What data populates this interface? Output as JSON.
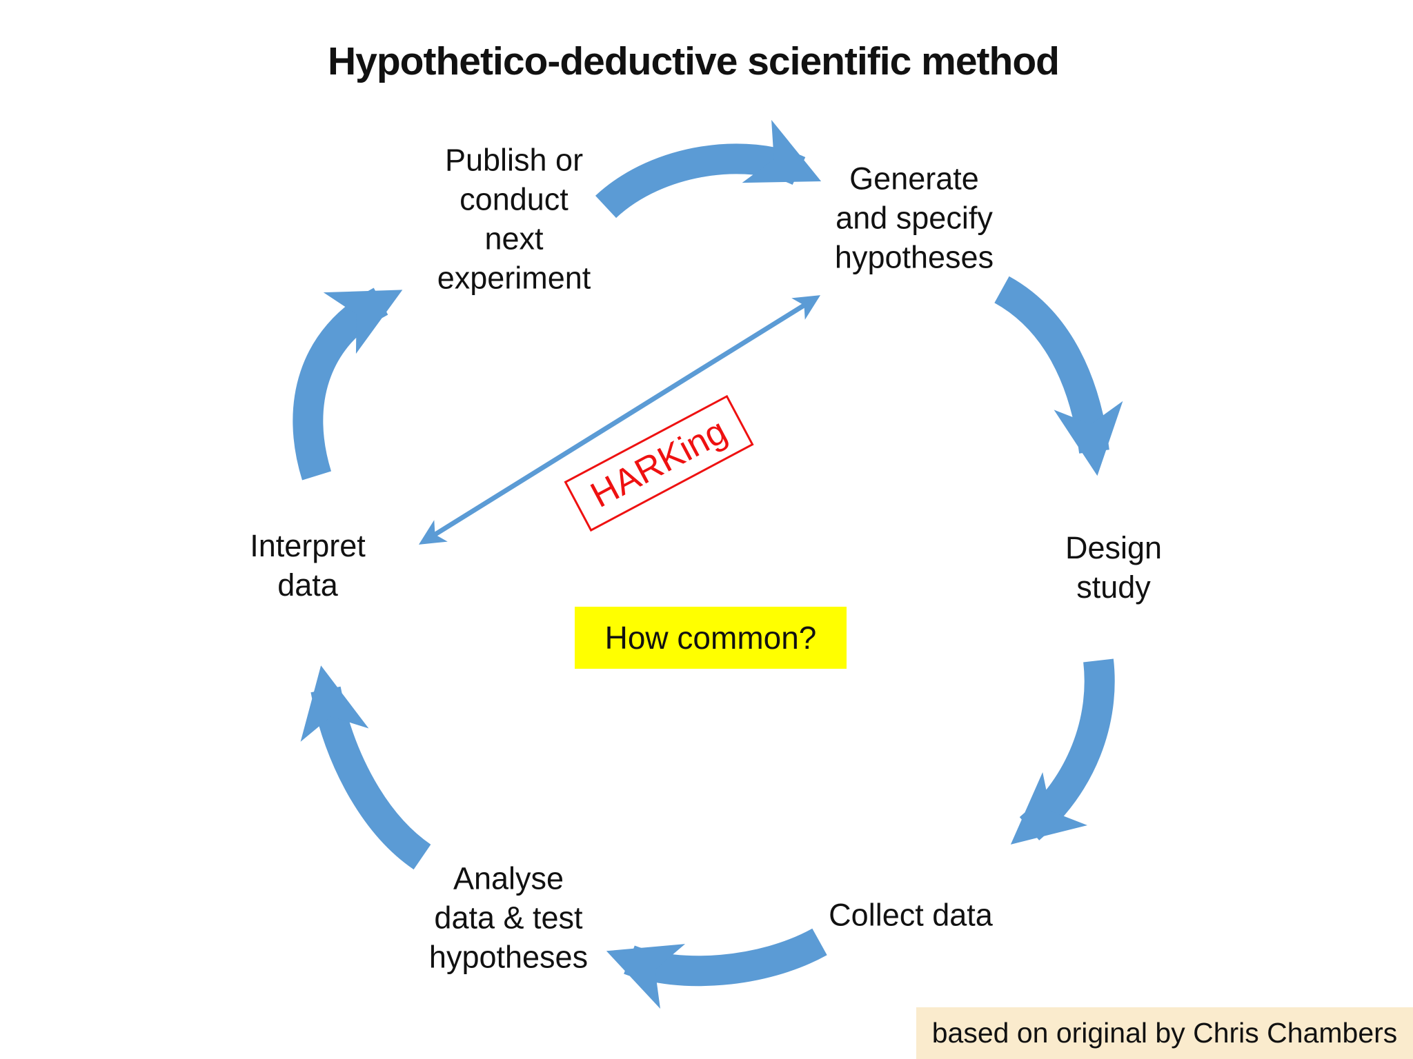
{
  "title": "Hypothetico-deductive scientific method",
  "nodes": {
    "publish": "Publish or\nconduct\nnext\nexperiment",
    "generate": "Generate\nand specify\nhypotheses",
    "design": "Design\nstudy",
    "collect": "Collect data",
    "analyse": "Analyse\ndata & test\nhypotheses",
    "interpret": "Interpret\ndata"
  },
  "annotations": {
    "harking": "HARKing",
    "question": "How common?",
    "attribution": "based on original by Chris Chambers"
  },
  "cycle_order": [
    "generate",
    "design",
    "collect",
    "analyse",
    "interpret",
    "publish"
  ],
  "arrows": [
    {
      "from": "publish",
      "to": "generate",
      "style": "thick-curved"
    },
    {
      "from": "generate",
      "to": "design",
      "style": "thick-curved"
    },
    {
      "from": "design",
      "to": "collect",
      "style": "thick-curved"
    },
    {
      "from": "collect",
      "to": "analyse",
      "style": "thick-curved"
    },
    {
      "from": "analyse",
      "to": "interpret",
      "style": "thick-curved"
    },
    {
      "from": "interpret",
      "to": "publish",
      "style": "thick-curved"
    },
    {
      "from": "interpret",
      "to": "generate",
      "style": "thin-double-headed",
      "label": "HARKing"
    }
  ],
  "colors": {
    "arrow_blue": "#5B9BD5",
    "harking_red": "#EE1111",
    "highlight_yellow": "#FFFF00",
    "attribution_cream": "#FAEBCD",
    "text_black": "#111111",
    "background": "#FFFFFF"
  }
}
